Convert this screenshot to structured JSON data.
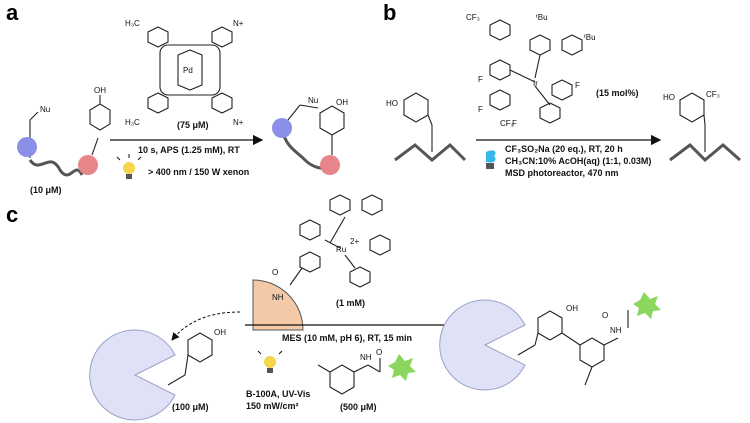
{
  "panels": {
    "a": "a",
    "b": "b",
    "c": "c"
  },
  "colors": {
    "blue_bead": "#8b8fe8",
    "red_bead": "#e6868a",
    "protein_fill": "#dfe1f6",
    "protein_edge": "#9aa0c8",
    "wedge_fill": "#f4c9a7",
    "star_fill": "#8ad65f",
    "strand": "#555555",
    "bulb_yellow": "#f6d54a",
    "bulb_blue": "#36b7ea"
  },
  "panel_a": {
    "catalyst_amount": "(75 μM)",
    "conditions_line1": "10 s, APS (1.25 mM), RT",
    "conditions_line2": "> 400 nm / 150 W xenon",
    "substrate_amount": "(10 μM)",
    "nu": "Nu",
    "oh": "OH",
    "pd": "Pd",
    "cation_label": "H₃C",
    "cation_n": "N+"
  },
  "panel_b": {
    "catalyst_amount": "(15 mol%)",
    "conditions_line1": "CF₃SO₂Na (20 eq.), RT, 20 h",
    "conditions_line2": "CH₃CN:10% AcOH(aq) (1:1, 0.03M)",
    "conditions_line3": "MSD photoreactor, 470 nm",
    "ho": "HO",
    "cf3": "CF₃",
    "tbu": "ᵗBu",
    "ir": "Ir",
    "f": "F"
  },
  "panel_c": {
    "catalyst_amount": "(1 mM)",
    "conditions": "MES (10 mM, pH 6), RT, 15 min",
    "protein_amount": "(100 μM)",
    "light_line1": "B-100A, UV-Vis",
    "light_line2": "150 mW/cm²",
    "reagent_amount": "(500 μM)",
    "oh": "OH",
    "ru": "Ru",
    "ru_charge": "2+",
    "nh": "NH",
    "o": "O"
  }
}
